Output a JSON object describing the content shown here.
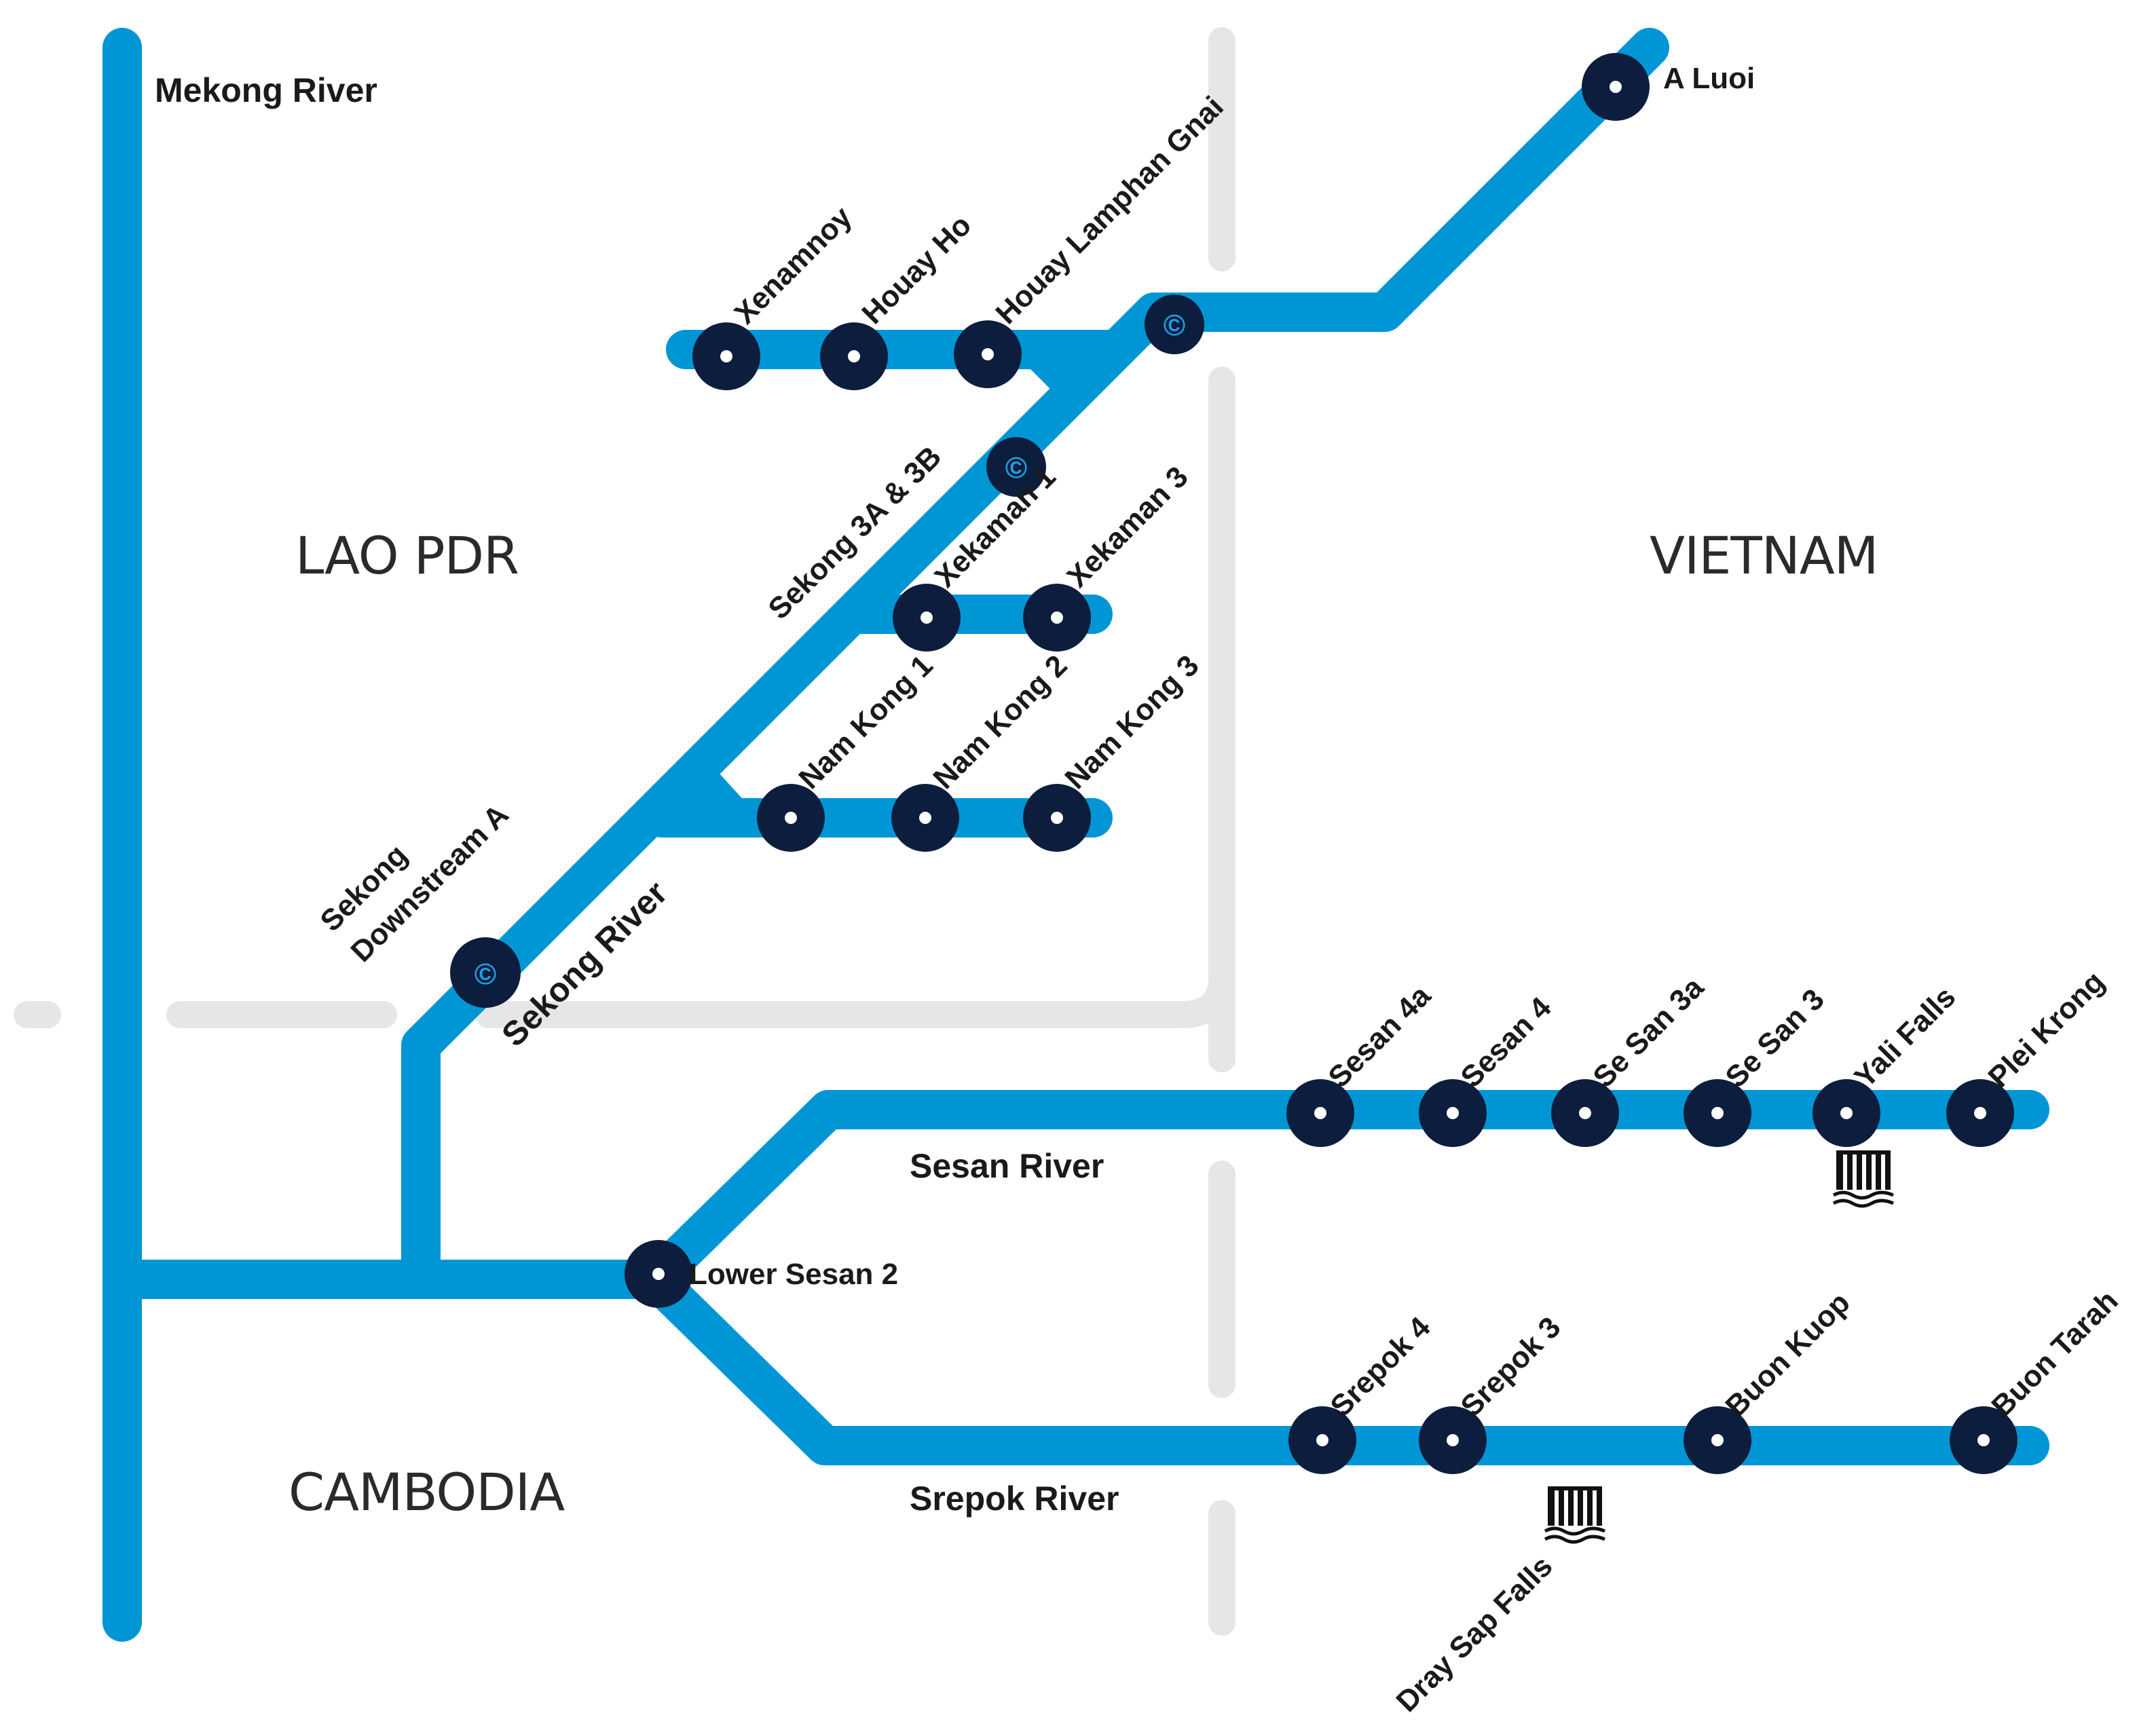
{
  "countries": {
    "lao": "LAO PDR",
    "vietnam": "VIETNAM",
    "cambodia": "CAMBODIA"
  },
  "rivers": {
    "mekong": "Mekong River",
    "sekong": "Sekong River",
    "sesan": "Sesan River",
    "srepok": "Srepok River"
  },
  "dams": {
    "a_luoi": "A Luoi",
    "xenamnoy": "Xenamnoy",
    "houay_ho": "Houay Ho",
    "houay_lamphan_gnai": "Houay Lamphan Gnai",
    "sekong_3ab": "Sekong 3A & 3B",
    "xekaman_1": "Xekaman 1",
    "xekaman_3": "Xekaman 3",
    "nam_kong_1": "Nam Kong 1",
    "nam_kong_2": "Nam Kong 2",
    "nam_kong_3": "Nam Kong 3",
    "sekong_downstream_a_line1": "Sekong",
    "sekong_downstream_a_line2": "Downstream A",
    "lower_sesan_2": "Lower Sesan 2",
    "sesan_4a": "Sesan 4a",
    "sesan_4": "Sesan 4",
    "se_san_3a": "Se San 3a",
    "se_san_3": "Se San 3",
    "yali_falls": "Yali Falls",
    "plei_krong": "Plei Krong",
    "srepok_4": "Srepok 4",
    "srepok_3": "Srepok 3",
    "buon_kuop": "Buon Kuop",
    "buon_tarah": "Buon Tarah",
    "dray_sap_falls": "Dray Sap Falls"
  },
  "symbols": {
    "construction_marker": "©"
  },
  "colors": {
    "river": "#0096d6",
    "border": "#e6e6e6",
    "dam": "#0c1d3d",
    "construction": "#1aa3e8"
  },
  "icons": [
    "waterfall-icon"
  ]
}
